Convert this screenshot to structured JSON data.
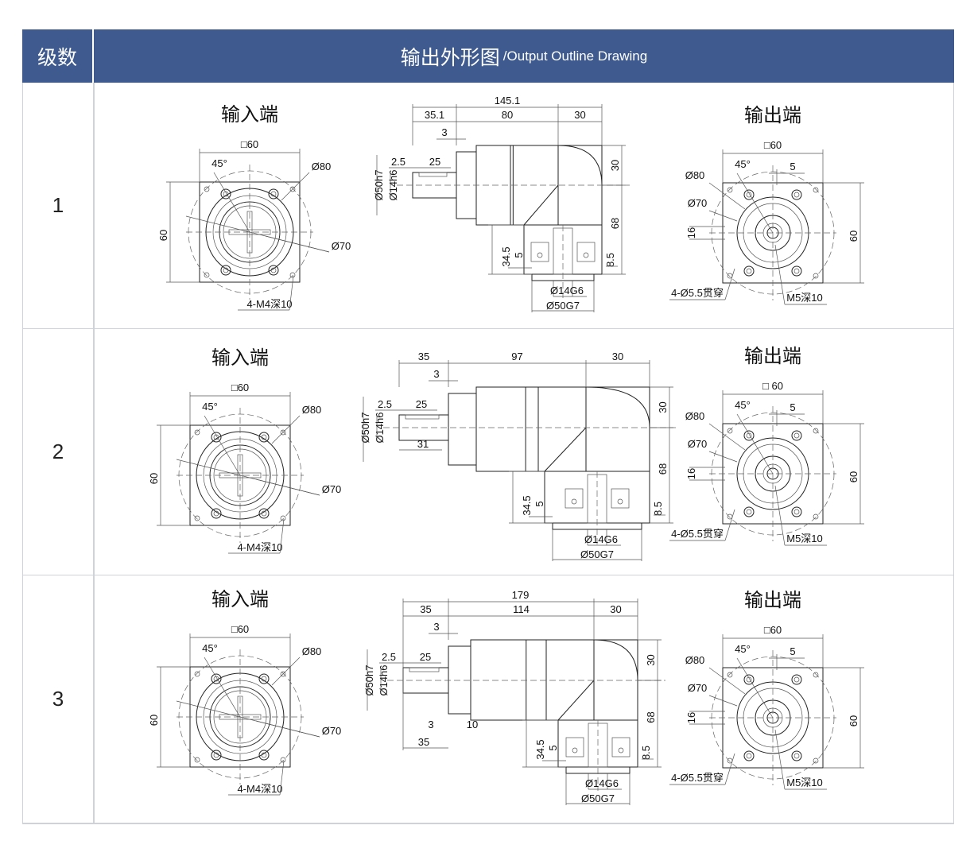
{
  "header": {
    "level_label": "级数",
    "title_zh": "输出外形图",
    "title_en": "/Output Outline Drawing"
  },
  "rows": [
    {
      "level": "1",
      "input": {
        "title": "输入端",
        "square": "□60",
        "angle": "45°",
        "d80": "Ø80",
        "d70": "Ø70",
        "height": "60",
        "holes": "4-M4深10"
      },
      "side": {
        "total": "145.1",
        "l1": "35.1",
        "l2": "80",
        "l3": "30",
        "flange": "3",
        "key_off": "2.5",
        "key_len": "25",
        "d50": "Ø50h7",
        "d14": "Ø14h6",
        "v30": "30",
        "v68": "68",
        "h345": "34.5",
        "h5": "5",
        "h85": "8.5",
        "out14": "Ø14G6",
        "out50": "Ø50G7"
      },
      "output": {
        "title": "输出端",
        "square": "□60",
        "angle": "45°",
        "offset": "5",
        "d80": "Ø80",
        "d70": "Ø70",
        "v16": "16",
        "height": "60",
        "holes": "4-Ø5.5贯穿",
        "tap": "M5深10"
      }
    },
    {
      "level": "2",
      "input": {
        "title": "输入端",
        "square": "□60",
        "angle": "45°",
        "d80": "Ø80",
        "d70": "Ø70",
        "height": "60",
        "holes": "4-M4深10"
      },
      "side": {
        "l1": "35",
        "l2": "97",
        "l3": "30",
        "flange": "3",
        "key_off": "2.5",
        "key_len": "25",
        "shaft_len": "31",
        "d50": "Ø50h7",
        "d14": "Ø14h6",
        "v30": "30",
        "v68": "68",
        "h345": "34.5",
        "h5": "5",
        "h85": "8.5",
        "out14": "Ø14G6",
        "out50": "Ø50G7"
      },
      "output": {
        "title": "输出端",
        "square": "□ 60",
        "angle": "45°",
        "offset": "5",
        "d80": "Ø80",
        "d70": "Ø70",
        "v16": "16",
        "height": "60",
        "holes": "4-Ø5.5贯穿",
        "tap": "M5深10"
      }
    },
    {
      "level": "3",
      "input": {
        "title": "输入端",
        "square": "□60",
        "angle": "45°",
        "d80": "Ø80",
        "d70": "Ø70",
        "height": "60",
        "holes": "4-M4深10"
      },
      "side": {
        "total": "179",
        "l1": "35",
        "l2": "114",
        "l3": "30",
        "flange": "3",
        "key_off": "2.5",
        "key_len": "25",
        "d50": "Ø50h7",
        "d14": "Ø14h6",
        "b3": "3",
        "b10": "10",
        "b35": "35",
        "v30": "30",
        "v68": "68",
        "h345": "34.5",
        "h5": "5",
        "h85": "8.5",
        "out14": "Ø14G6",
        "out50": "Ø50G7"
      },
      "output": {
        "title": "输出端",
        "square": "□60",
        "angle": "45°",
        "offset": "5",
        "d80": "Ø80",
        "d70": "Ø70",
        "v16": "16",
        "height": "60",
        "holes": "4-Ø5.5贯穿",
        "tap": "M5深10"
      }
    }
  ]
}
